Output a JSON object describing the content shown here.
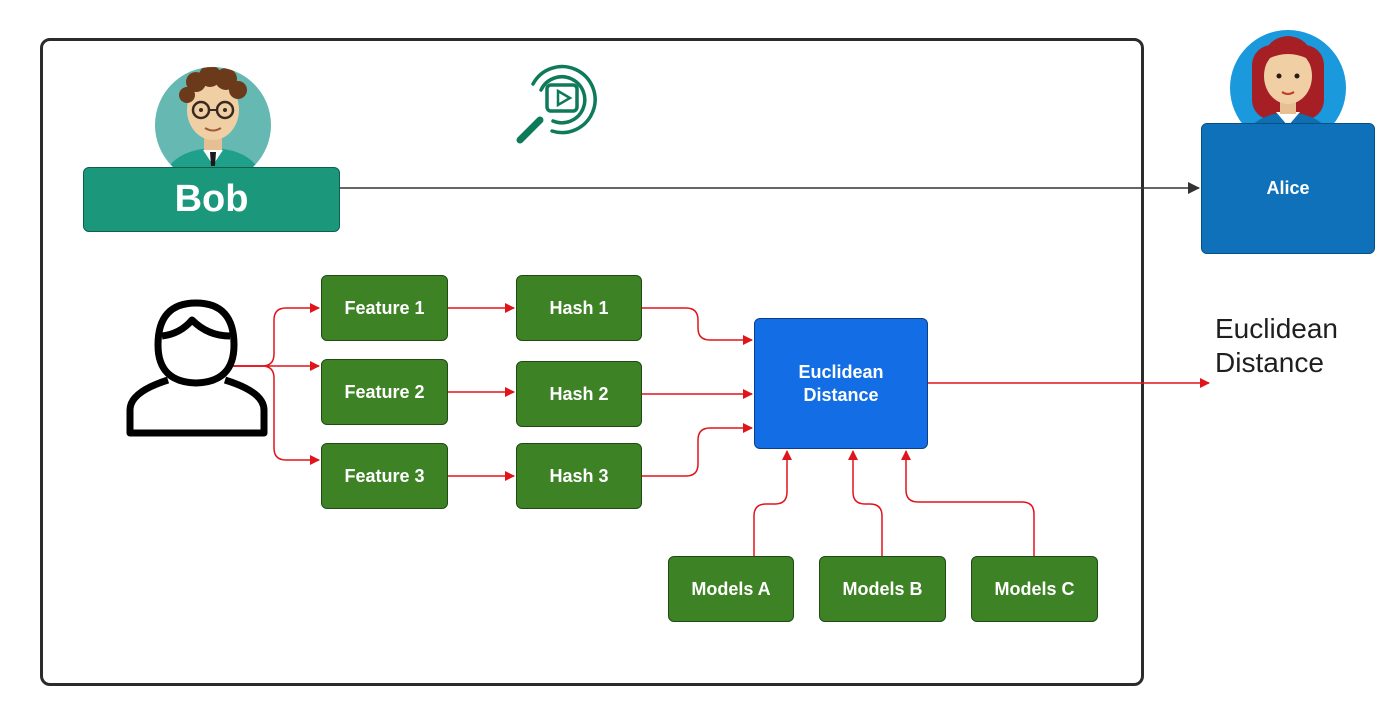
{
  "diagram": {
    "sender": {
      "name": "Bob",
      "avatar_icon": "bob-avatar-icon",
      "color": "#1b977b"
    },
    "receiver": {
      "name": "Alice",
      "avatar_icon": "alice-avatar-icon",
      "color": "#0f71b9"
    },
    "app_icon": "video-search-icon",
    "user_icon": "user-outline-icon",
    "features": [
      "Feature 1",
      "Feature 2",
      "Feature 3"
    ],
    "hashes": [
      "Hash 1",
      "Hash 2",
      "Hash 3"
    ],
    "center_node": "Euclidean\nDistance",
    "models": [
      "Models A",
      "Models B",
      "Models C"
    ],
    "output_label": "Euclidean\nDistance",
    "colors": {
      "process_node": "#3d8225",
      "center_node": "#136ee5",
      "flow_arrow": "#e0141b",
      "link_arrow": "#333333"
    }
  }
}
